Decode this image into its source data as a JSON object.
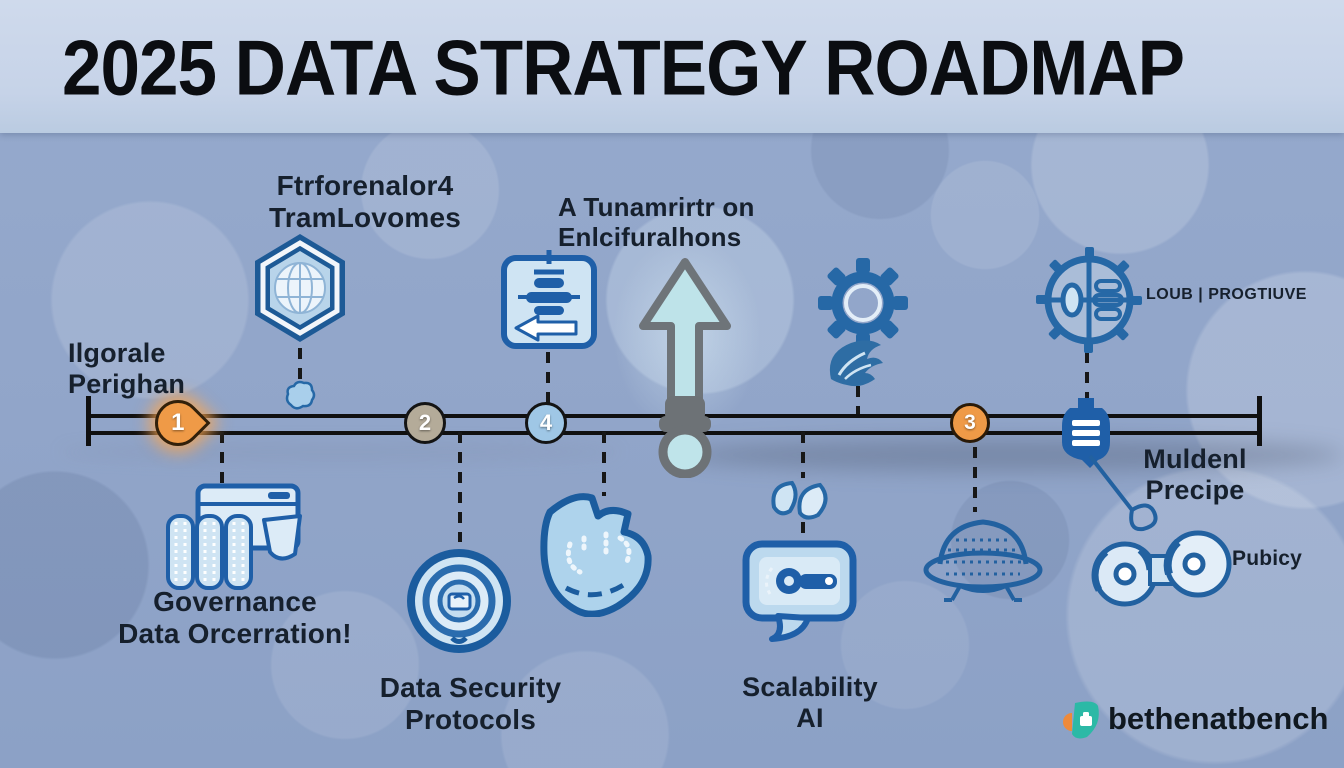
{
  "header": {
    "title": "2025 DATA STRATEGY ROADMAP"
  },
  "milestones": {
    "frameworks": {
      "line1": "Ftrforenalor4",
      "line2": "TramLovomes"
    },
    "integrations": {
      "line1": "A Tunamrirtr on",
      "line2": "Enlcifuralhons"
    },
    "phase_start": {
      "line1": "Ilgorale",
      "line2": "Perighan"
    },
    "governance": {
      "line1": "Governance",
      "line2": "Data Orcerration!"
    },
    "security": {
      "line1": "Data Security",
      "line2": "Protocols"
    },
    "scalability": {
      "line1": "Scalability",
      "line2": "AI"
    },
    "cloud_progressive": {
      "label": "LOUB | PROGTIUVE"
    },
    "model_recipe": {
      "line1": "Muldenl",
      "line2": "Precipe"
    },
    "policy": {
      "label": "Pubicy"
    }
  },
  "timeline": {
    "nodes": [
      {
        "number": "1",
        "color": "#ef9a47",
        "shape": "teardrop"
      },
      {
        "number": "2",
        "color": "#b4ab99",
        "shape": "circle"
      },
      {
        "number": "4",
        "color": "#9fc7e6",
        "shape": "circle"
      },
      {
        "number": "3",
        "color": "#ef9a47",
        "shape": "circle"
      }
    ]
  },
  "footer": {
    "brand": "bethenatbench"
  },
  "colors": {
    "banner_bg": "#c6d3e8",
    "body_bg": "#91a5c9",
    "icon_dark_blue": "#1f5fa8",
    "icon_light_blue": "#c4ddf0",
    "accent_orange": "#ef9a47",
    "arrow_fill": "#bee3e9",
    "arrow_outline": "#6e7479",
    "text_dark": "#16202d"
  },
  "icons": {
    "hexagon-globe-icon": "hexagonal badge with globe grid",
    "cloud-blob-icon": "small cloud connector",
    "flowchart-box-icon": "process box with left arrow",
    "up-arrow-icon": "large upward arrow",
    "gray-flask-icon": "flask base under arrow",
    "gear-icon": "cog wheel",
    "swoosh-icon": "motion swoosh",
    "cell-wheel-icon": "circular module diagram",
    "server-window-icon": "window with data columns and cup",
    "target-rings-icon": "concentric rings",
    "shield-icon": "tilted shield with dashed arrows",
    "leaf-pair-icon": "two leaves connector",
    "chat-key-icon": "speech bubble with key",
    "ufo-dome-icon": "dotted dome with legs",
    "blue-flask-icon": "ink flask with stripes",
    "binoculars-icon": "binocular lenses with lasso line",
    "brand-logo-icon": "teal and orange logomark"
  }
}
